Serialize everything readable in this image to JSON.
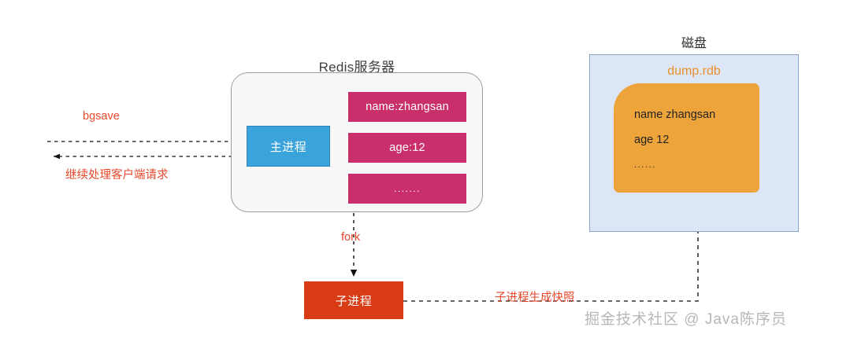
{
  "server": {
    "title": "Redis服务器",
    "main_process": "主进程",
    "entries": [
      "name:zhangsan",
      "age:12",
      "......."
    ]
  },
  "disk": {
    "title": "磁盘",
    "file_label": "dump.rdb",
    "file_lines": [
      "name zhangsan",
      "age 12",
      "......"
    ]
  },
  "child": {
    "label": "子进程"
  },
  "annotations": {
    "bgsave": "bgsave",
    "continue_serving": "继续处理客户端请求",
    "fork": "fork",
    "snapshot": "子进程生成快照"
  },
  "watermark": "掘金技术社区 @ Java陈序员",
  "colors": {
    "main_process_blue": "#3ba3db",
    "entry_magenta": "#c92f6a",
    "child_red": "#d93b14",
    "rdb_orange": "#eda43a",
    "dump_label_orange": "#e8912c",
    "disk_fill": "#dde6f6",
    "disk_border": "#8aa4cc",
    "server_fill": "#f8f8f8",
    "server_border": "#9b9b9b",
    "annotation_red": "#e8472b",
    "watermark_gray": "#b7b7b7"
  }
}
